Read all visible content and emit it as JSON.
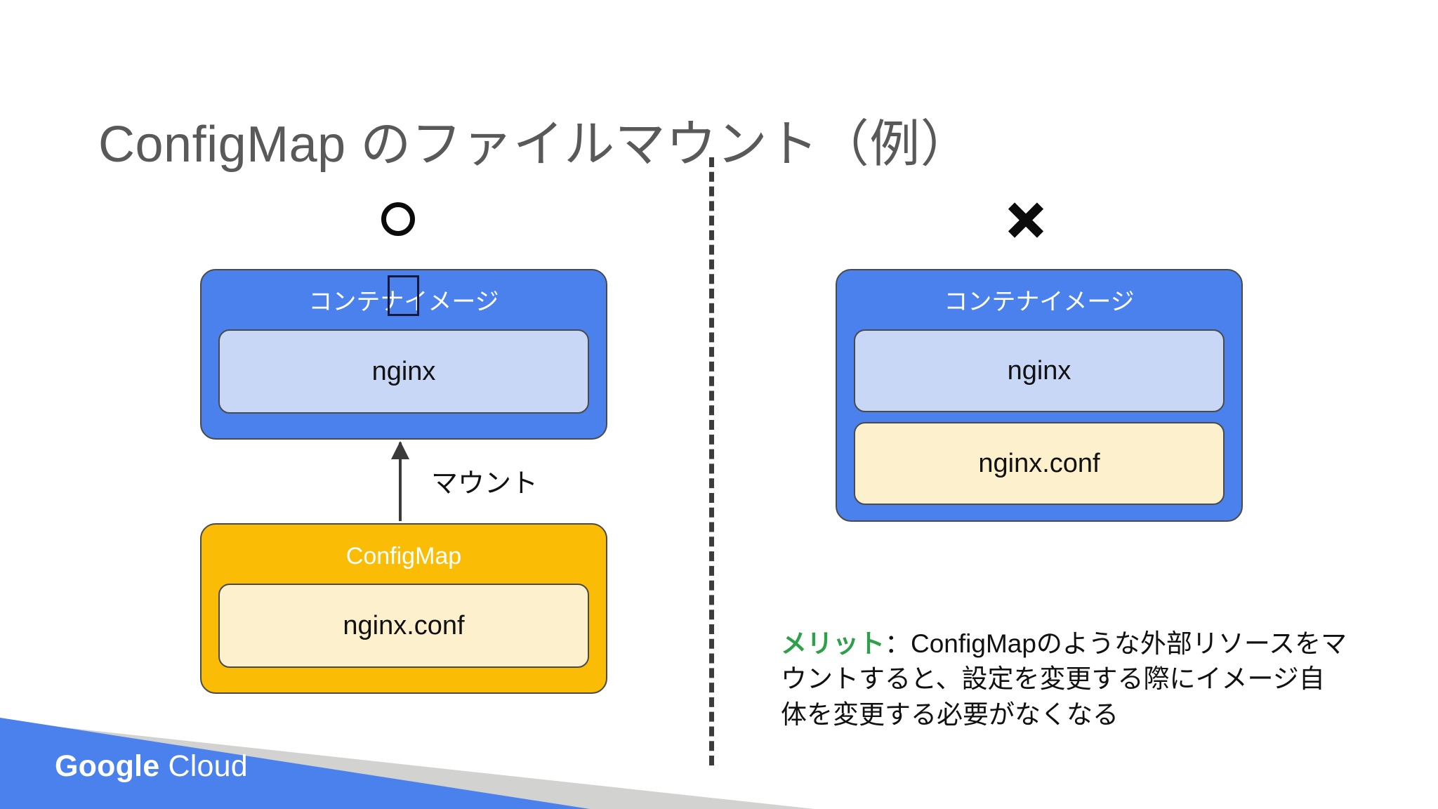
{
  "slide": {
    "title": "ConfigMap のファイルマウント（例）",
    "background_color": "#ffffff",
    "title_color": "#595959"
  },
  "divider": {
    "style": "dashed-vertical",
    "color": "#3c3c3c"
  },
  "left_column": {
    "verdict_mark": "○",
    "verdict_meaning": "good",
    "container_image_box": {
      "label": "コンテナイメージ",
      "fill": "#4a81ec",
      "label_color": "#ffffff",
      "children": [
        {
          "label": "nginx",
          "fill": "#c9d7f7"
        }
      ]
    },
    "arrow": {
      "label": "マウント",
      "direction": "up",
      "color": "#3a3a3a"
    },
    "configmap_box": {
      "label": "ConfigMap",
      "fill": "#fbbc05",
      "label_color": "#ffffff",
      "children": [
        {
          "label": "nginx.conf",
          "fill": "#fdf0cd"
        }
      ]
    }
  },
  "right_column": {
    "verdict_mark": "×",
    "verdict_meaning": "bad",
    "container_image_box": {
      "label": "コンテナイメージ",
      "fill": "#4a81ec",
      "label_color": "#ffffff",
      "children": [
        {
          "label": "nginx",
          "fill": "#c9d7f7"
        },
        {
          "label": "nginx.conf",
          "fill": "#fdf0cd"
        }
      ]
    },
    "merit_note": {
      "keyword": "メリット",
      "keyword_color": "#2ea04a",
      "body": "：ConfigMapのような外部リソースをマウントすると、設定を変更する際にイメージ自体を変更する必要がなくなる"
    }
  },
  "footer": {
    "logo_bold": "Google",
    "logo_light": "Cloud",
    "accent_color": "#4a81ec",
    "secondary_color": "#d2d2d0"
  }
}
